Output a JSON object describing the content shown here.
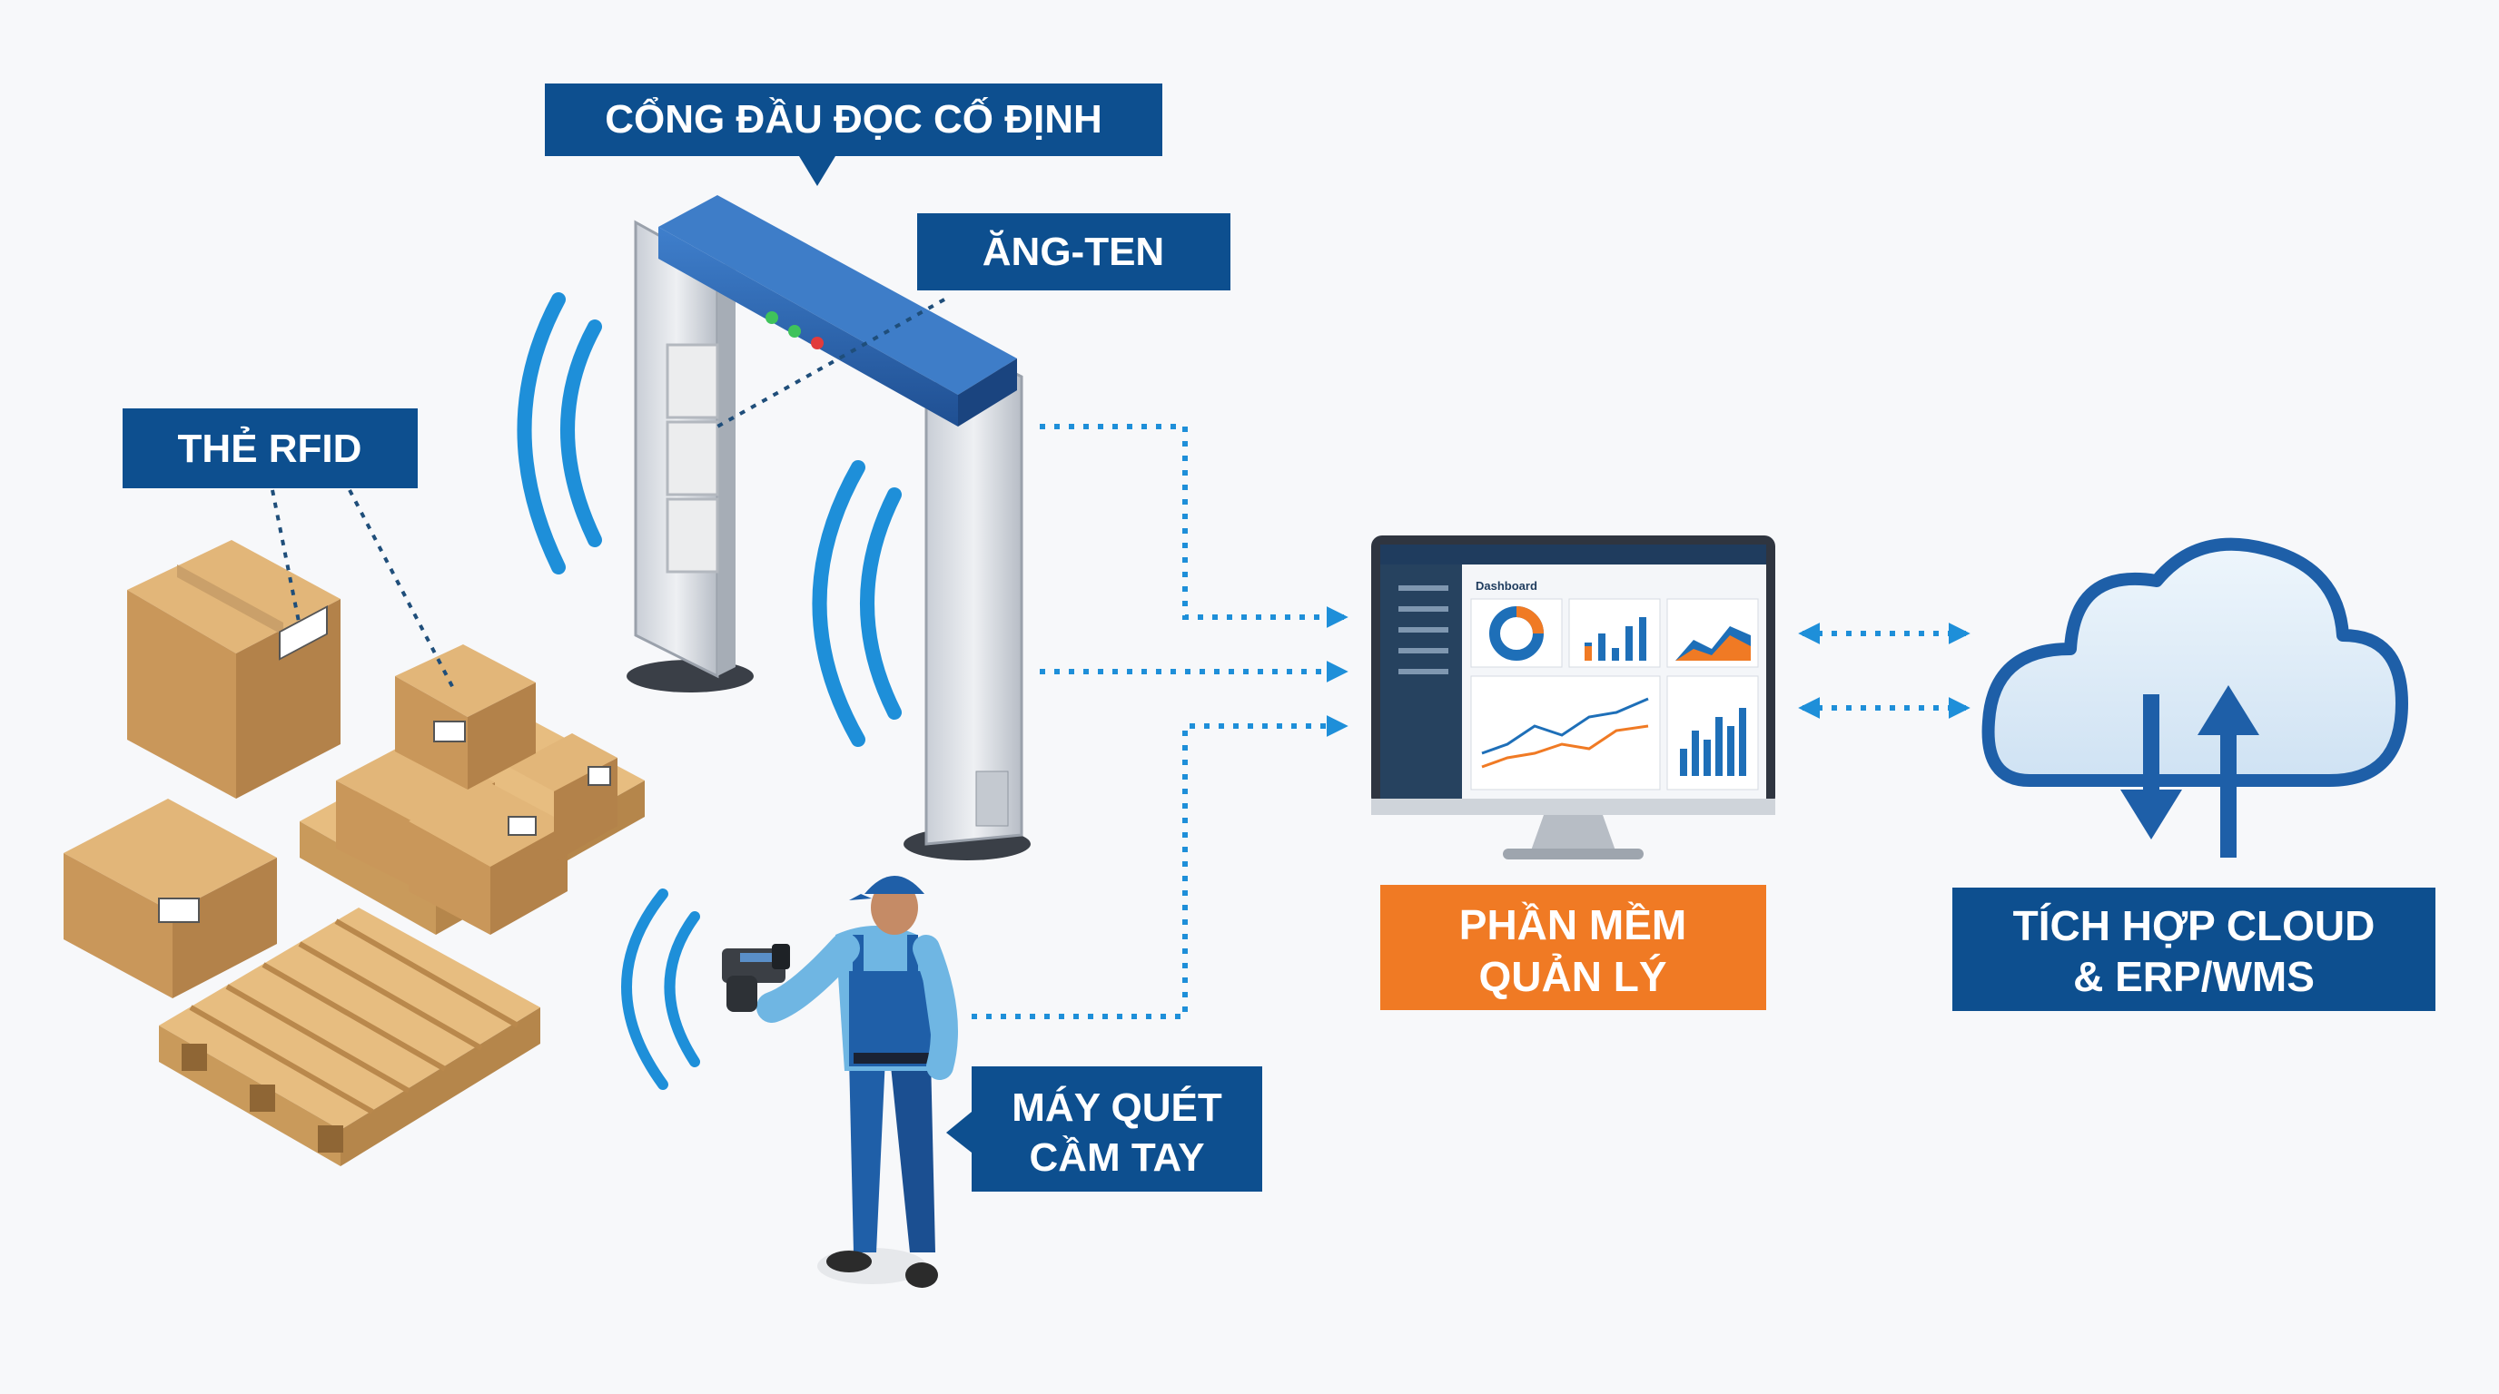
{
  "labels": {
    "fixed_reader_gate": "CỔNG ĐẦU ĐỌC CỐ ĐỊNH",
    "antenna": "ĂNG-TEN",
    "rfid_tag": "THẺ RFID",
    "handheld_scanner_line1": "MÁY QUÉT",
    "handheld_scanner_line2": "CẦM TAY",
    "software_line1": "PHẦN MỀM",
    "software_line2": "QUẢN LÝ",
    "cloud_line1": "TÍCH HỢP CLOUD",
    "cloud_line2": "& ERP/WMS"
  },
  "dashboard": {
    "title": "Dashboard"
  },
  "colors": {
    "label_blue": "#0d4f8f",
    "label_orange": "#f07a24",
    "signal_blue": "#1e8fd9",
    "box_brown": "#d6a36a",
    "pallet_wood": "#e6b87a",
    "gate_blue": "#2a65b0",
    "cloud_fill": "#dcebf7",
    "cloud_stroke": "#1e5fa8"
  },
  "icons": {
    "signal": "wifi-waves-icon",
    "arrow_bidirectional": "double-arrow-icon",
    "cloud": "cloud-icon"
  }
}
